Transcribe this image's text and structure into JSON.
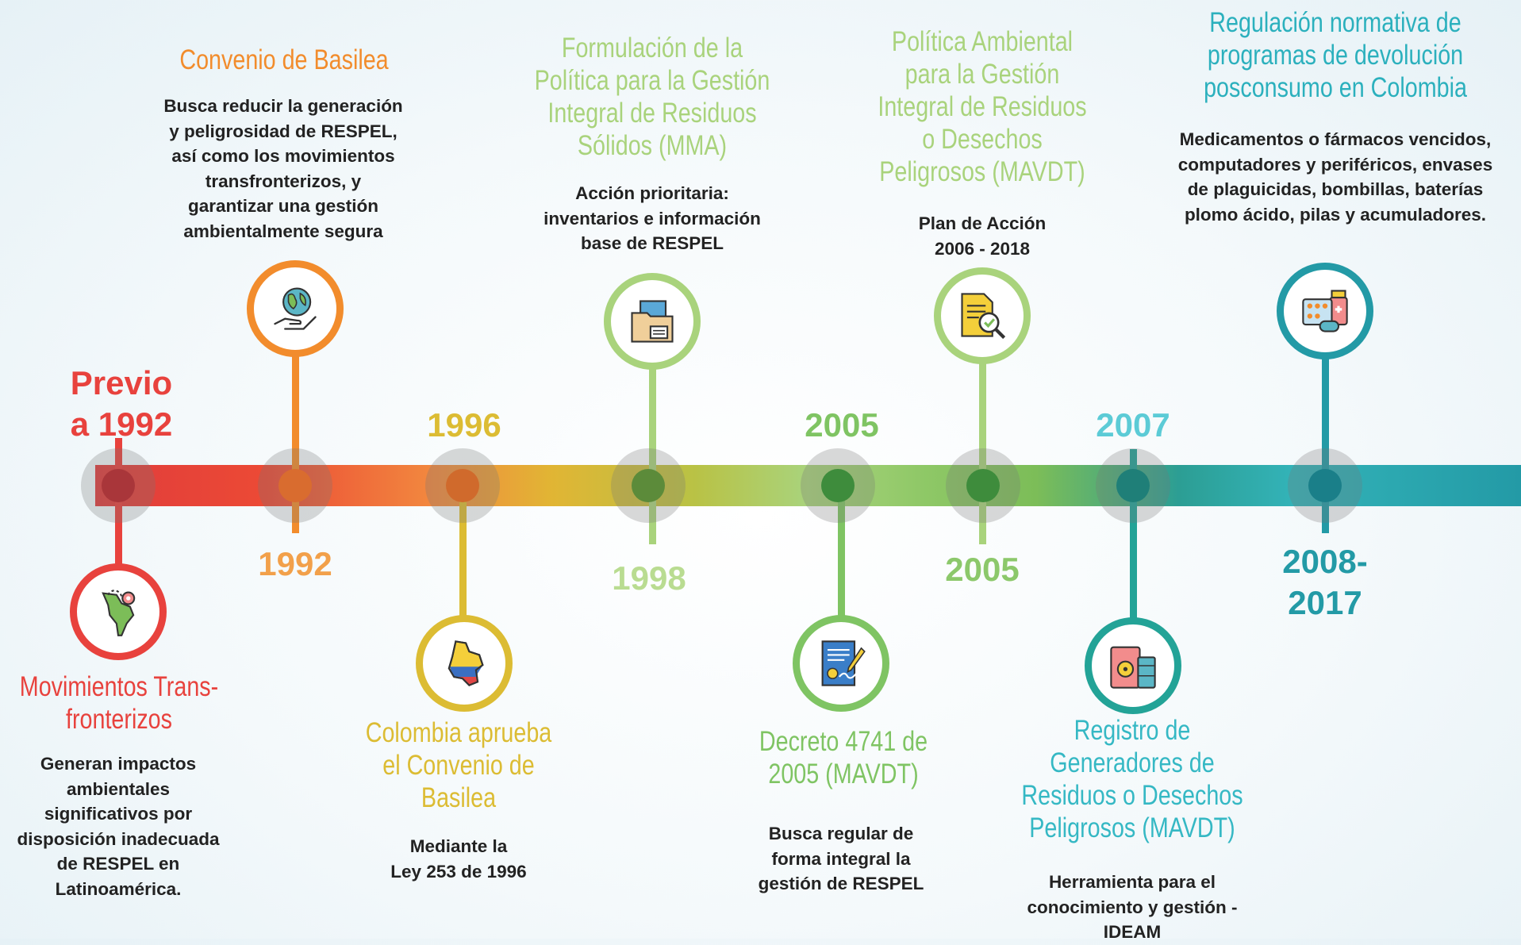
{
  "colors": {
    "red": "#e8423d",
    "orange": "#f28c2c",
    "yellow": "#dcbc33",
    "lightgreen": "#a9d37c",
    "green": "#7fc463",
    "tealdark": "#23a397",
    "teal": "#35b8c4",
    "blue": "#239aa6"
  },
  "events": [
    {
      "id": "e1",
      "year": "Previo\na 1992",
      "title": "Movimientos Trans-\nfronterizos",
      "desc": "Generan impactos\nambientales\nsignificativos por\ndisposición inadecuada\nde RESPEL en\nLatinoamérica.",
      "icon": "latin-america-map-icon"
    },
    {
      "id": "e2",
      "year": "1992",
      "title": "Convenio de Basilea",
      "desc": "Busca reducir la generación\ny peligrosidad de RESPEL,\nasí como los movimientos\ntransfronterizos, y\ngarantizar una gestión\nambientalmente segura",
      "icon": "earth-hand-icon"
    },
    {
      "id": "e3",
      "year": "1996",
      "title": "Colombia aprueba\nel Convenio de\nBasilea",
      "desc": "Mediante la\nLey 253 de 1996",
      "icon": "colombia-map-icon"
    },
    {
      "id": "e4",
      "year": "1998",
      "title": "Formulación de la\nPolítica para la Gestión\nIntegral de Residuos\nSólidos (MMA)",
      "desc": "Acción prioritaria:\ninventarios e información\nbase de RESPEL",
      "icon": "folder-icon"
    },
    {
      "id": "e5",
      "year": "2005",
      "title": "Decreto 4741 de\n2005 (MAVDT)",
      "desc": "Busca regular de\nforma integral la\ngestión de RESPEL",
      "icon": "signed-document-icon"
    },
    {
      "id": "e6",
      "year": "2005",
      "title": "Política Ambiental\npara la Gestión\nIntegral de Residuos\no Desechos\nPeligrosos (MAVDT)",
      "desc": "Plan de Acción\n2006 - 2018",
      "icon": "document-check-icon"
    },
    {
      "id": "e7",
      "year": "2007",
      "title": "Registro de\nGeneradores de\nResiduos o Desechos\nPeligrosos (MAVDT)",
      "desc": "Herramienta para el\nconocimiento y gestión -\nIDEAM",
      "icon": "hazard-barrel-icon"
    },
    {
      "id": "e8",
      "year": "2008-\n2017",
      "title": "Regulación normativa de\nprogramas de devolución\nposconsumo en Colombia",
      "desc": "Medicamentos o fármacos vencidos,\ncomputadores y periféricos, envases\nde plaguicidas, bombillas, baterías\nplomo ácido, pilas y acumuladores.",
      "icon": "medicine-icon"
    }
  ]
}
